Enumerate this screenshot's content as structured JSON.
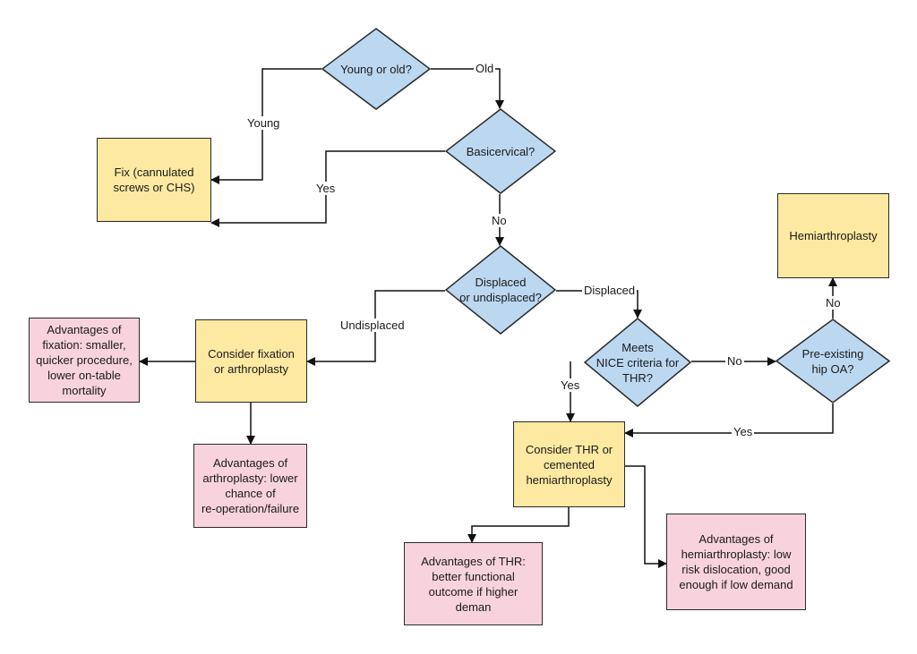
{
  "nodes": {
    "young_old": "Young or old?",
    "basicervical": "Basicervical?",
    "displaced": "Displaced\nor undisplaced?",
    "nice": "Meets\nNICE criteria for\nTHR?",
    "preexisting": "Pre-existing\nhip OA?",
    "fix": "Fix (cannulated\nscrews or CHS)",
    "hemi": "Hemiarthroplasty",
    "consider_fix": "Consider fixation\nor arthroplasty",
    "adv_fixation": "Advantages of\nfixation: smaller,\nquicker procedure,\nlower on-table\nmortality",
    "adv_arthroplasty": "Advantages of\narthroplasty: lower\nchance of\nre-operation/failure",
    "consider_thr": "Consider THR or\ncemented\nhemiarthroplasty",
    "adv_thr": "Advantages of THR:\nbetter functional\noutcome if higher\ndeman",
    "adv_hemi": "Advantages of\nhemiarthroplasty: low\nrisk dislocation, good\nenough if low demand"
  },
  "edge_labels": {
    "old": "Old",
    "young": "Young",
    "yes_basicervical": "Yes",
    "no_basicervical": "No",
    "undisplaced": "Undisplaced",
    "displaced": "Displaced",
    "no_nice": "No",
    "yes_nice": "Yes",
    "no_preexisting": "No",
    "yes_preexisting": "Yes"
  },
  "colors": {
    "diamond_fill": "#bcd8f1",
    "process_fill": "#fde9a1",
    "advantage_fill": "#f8d3de",
    "stroke": "#2a2a2a"
  }
}
